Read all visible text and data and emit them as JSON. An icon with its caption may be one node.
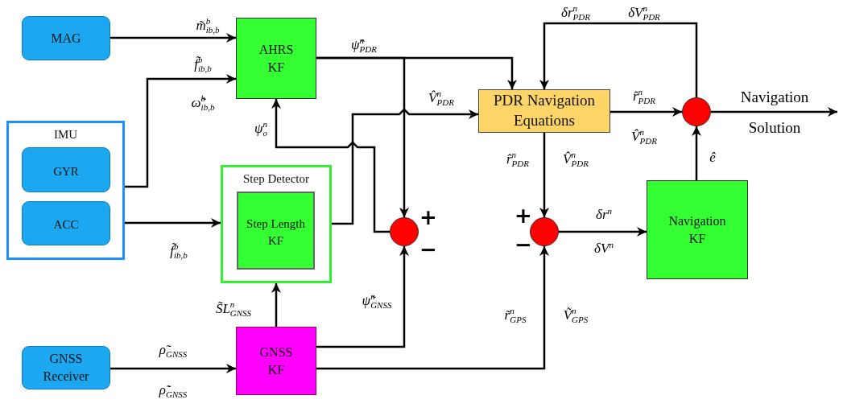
{
  "diagram": {
    "nodes": [
      {
        "text": [
          "MAG"
        ]
      },
      {
        "text": [
          "IMU"
        ]
      },
      {
        "text": [
          "GYR"
        ],
        "in": 1
      },
      {
        "text": [
          "ACC"
        ],
        "in": 1
      },
      {
        "text": [
          "AHRS KF"
        ]
      },
      {
        "text": [
          "Step Detector"
        ]
      },
      {
        "text": [
          "Step Length KF"
        ],
        "in": 5
      },
      {
        "text": [
          "GNSS Receiver"
        ]
      },
      {
        "text": [
          "GNSS KF"
        ]
      },
      {
        "text": [
          "PDR Navigation Equations"
        ]
      },
      {
        "text": [],
        "shape": "circle"
      },
      {
        "text": [],
        "shape": "circle"
      },
      {
        "text": [
          "Navigation KF"
        ]
      },
      {
        "text": [],
        "shape": "circle"
      }
    ],
    "edges": [
      {
        "from": 0,
        "to": 4,
        "arrow": "to",
        "label": "m̃$^{b}$$_{ib,b}$"
      },
      {
        "from": 2,
        "to": 4,
        "arrow": "to",
        "label": "f̃$^{b}$$_{ib,b}$"
      },
      {
        "from": 3,
        "to": 5,
        "arrow": "to",
        "label": "f̃$^{b}$$_{ib,b}$"
      },
      {
        "from": 4,
        "to": 9,
        "arrow": "to",
        "label": "ψ̂$^{n}$$_{PDR}$"
      },
      {
        "from": 4,
        "to": 10,
        "arrow": "to"
      },
      {
        "from": 6,
        "to": 9,
        "arrow": "to",
        "label": "V̂$^{n}$$_{PDR}$"
      },
      {
        "from": 10,
        "to": 4,
        "arrow": "to",
        "label": "ψ$^{n}$$_{o}$"
      },
      {
        "from": 8,
        "to": 5,
        "arrow": "to",
        "label": "S̃L$^{n}$$_{GNSS}$"
      },
      {
        "from": 8,
        "to": 10,
        "arrow": "to",
        "label": "ψ̃$^{n}$$_{GNSS}$"
      },
      {
        "from": 8,
        "to": 11,
        "arrow": "to",
        "label": "r̃$^{n}$$_{GPS}$"
      },
      {
        "from": 7,
        "to": 8,
        "arrow": "to",
        "label": "ρ̃$_{GNSS}$"
      },
      {
        "from": 9,
        "to": 11,
        "arrow": "to",
        "label": "r̂$^{n}$$_{PDR}$"
      },
      {
        "from": 11,
        "to": 12,
        "arrow": "to",
        "label": "δr$^{n}$"
      },
      {
        "from": 9,
        "to": 13,
        "arrow": "to",
        "label": "r̂$^{n}$$_{PDR}$"
      },
      {
        "from": 12,
        "to": 13,
        "arrow": "to",
        "label": "ê"
      },
      {
        "from": 13,
        "to": 9,
        "arrow": "to",
        "label": "δr$^{n}$$_{PDR}$"
      },
      {
        "from": 13,
        "to": null,
        "arrow": "to",
        "label": "Navigation Solution"
      }
    ],
    "labels": [
      "δV$^{n}$$_{PDR}$",
      "ω̃$^{b}$$_{ib,b}$",
      "V̂$^{n}$$_{PDR}$",
      "V̂$^{n}$$_{PDR}$",
      "+",
      "+",
      "−",
      "−",
      "δV$^{n}$",
      "Ṽ$^{n}$$_{GPS}$",
      "ρ̃̇$_{GNSS}$"
    ]
  }
}
